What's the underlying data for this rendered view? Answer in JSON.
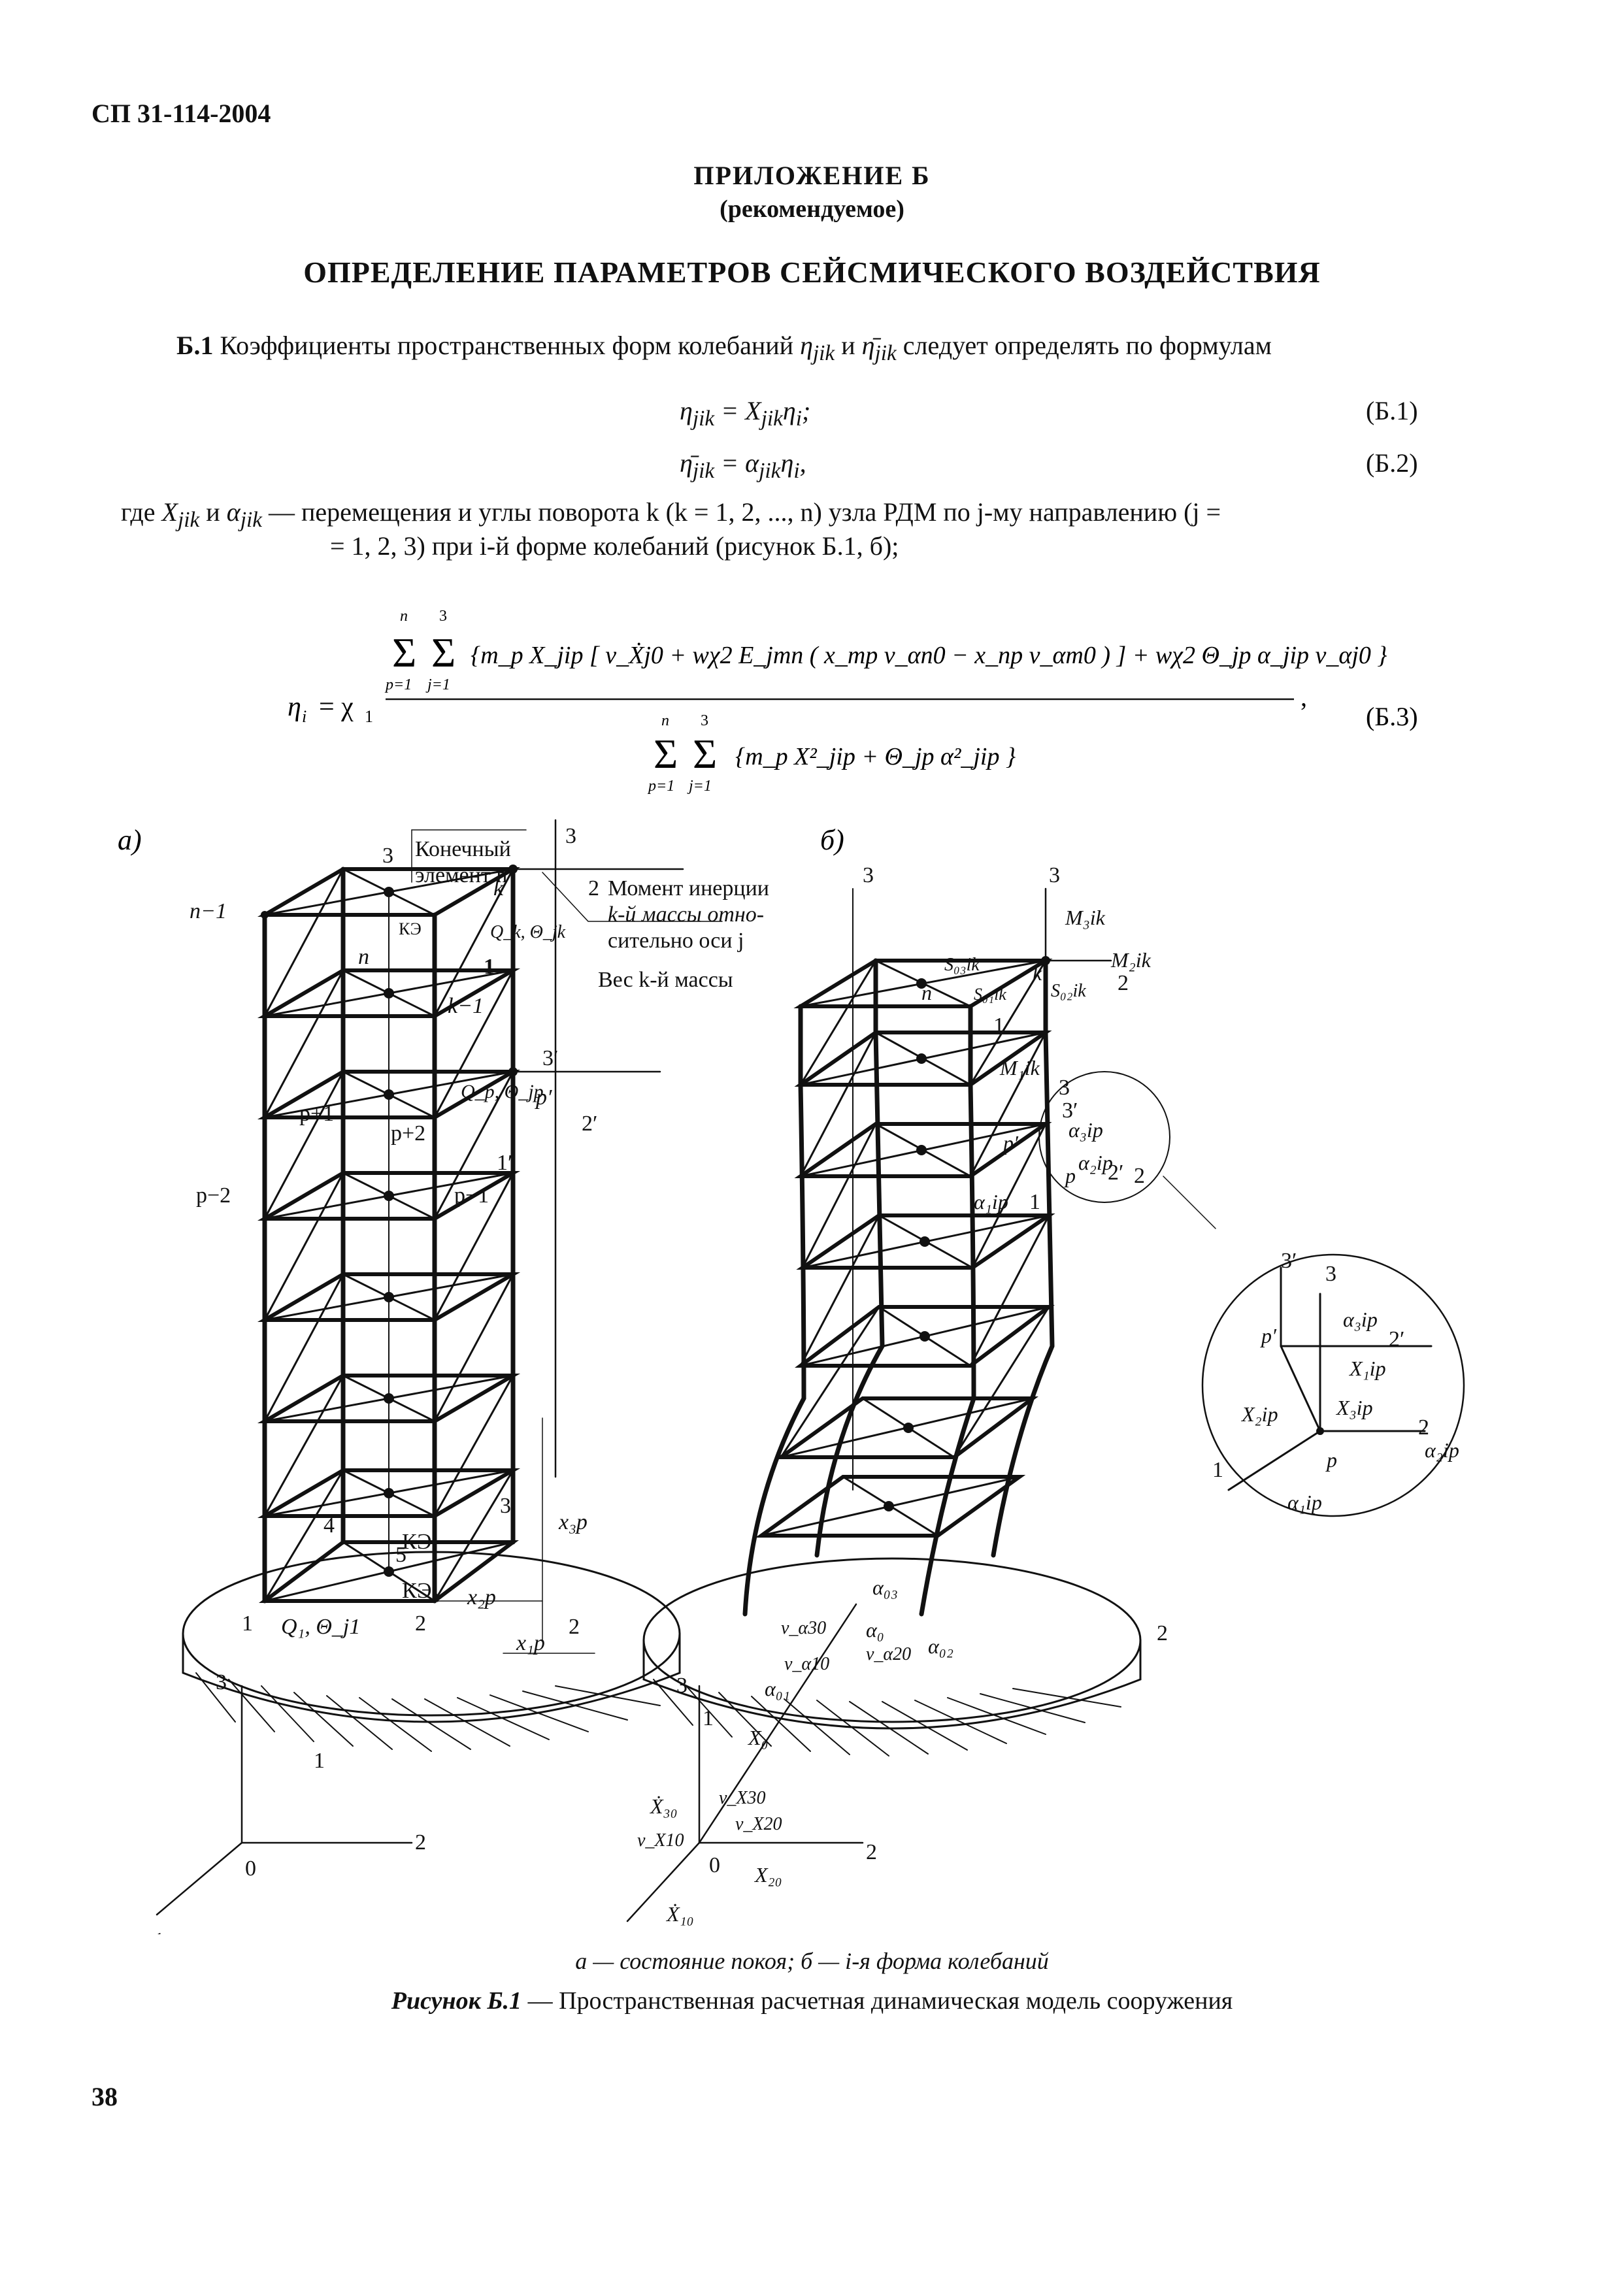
{
  "header": {
    "doc_number": "СП 31-114-2004"
  },
  "appendix": {
    "title": "ПРИЛОЖЕНИЕ Б",
    "subtitle": "(рекомендуемое)"
  },
  "section_title": "ОПРЕДЕЛЕНИЕ ПАРАМЕТРОВ СЕЙСМИЧЕСКОГО ВОЗДЕЙСТВИЯ",
  "clause": {
    "label": "Б.1",
    "text_before": "Коэффициенты пространственных форм колебаний",
    "sym1": "η",
    "sub1": "jik",
    "text_and": "и",
    "sym2": "η̄",
    "sub2": "jik",
    "text_after": "следует определять по формулам"
  },
  "equations": [
    {
      "lhs": "η",
      "lhs_sub": "jik",
      "rhs": "= X",
      "rhs_sub": "jik",
      "rhs_tail": "η",
      "rhs_tail_sub": "i",
      "end": ";",
      "number": "(Б.1)"
    },
    {
      "lhs": "η̄",
      "lhs_sub": "jik",
      "rhs": "= α",
      "rhs_sub": "jik",
      "rhs_tail": "η",
      "rhs_tail_sub": "i",
      "end": ",",
      "number": "(Б.2)"
    }
  ],
  "where": {
    "prefix": "где",
    "sym_x": "X",
    "sub_x": "jik",
    "and": "и",
    "sym_a": "α",
    "sub_a": "jik",
    "line1": "— перемещения и углы поворота k (k = 1, 2, ..., n) узла РДМ по j-му направлению (j =",
    "line2": "= 1, 2, 3) при i-й форме колебаний (рисунок Б.1, б);"
  },
  "formula_b3": {
    "lhs": "η",
    "lhs_sub": "i",
    "eq": "= χ",
    "eq_sub": "1",
    "sum_top": "n",
    "sum_bottom_p": "p=1",
    "sum_top2": "3",
    "sum_bottom_j": "j=1",
    "numerator_text": "{m_p X_jip [ v_Ẋj0 + wχ2 E_jmn ( x_mp v_αn0 − x_np v_αm0 ) ] + wχ2 Θ_jp α_jip v_αj0 }",
    "denominator_text": "{m_p X²_jip + Θ_jp α²_jip }",
    "comma": ",",
    "number": "(Б.3)"
  },
  "figure": {
    "panel_a_label": "а)",
    "panel_b_label": "б)",
    "a_labels": {
      "final_element": "Конечный",
      "final_element2": "элемент n",
      "moment1": "Момент инерции",
      "moment2": "k-й массы отно-",
      "moment3": "сительно оси j",
      "weight": "Вес k-й массы",
      "n_minus_1": "n−1",
      "n": "n",
      "k": "k",
      "k_minus_1": "k−1",
      "p_plus_1": "p+1",
      "p_plus_2": "p+2",
      "p": "p′",
      "p_minus_1": "p−1",
      "p_minus_2": "p−2",
      "axis3": "3",
      "axis2": "2",
      "axis1": "1",
      "axis0": "0",
      "axis3p": "3′",
      "axis2p": "2′",
      "axis1p": "1′",
      "ke_n": "КЭ",
      "ke_1": "КЭ₁",
      "ke_2": "КЭ₂",
      "q_k": "Q_k, Θ_jk",
      "q_p": "Q_p, Θ_jp",
      "q_1": "Q₁, Θ_j1",
      "x3p": "x₃p",
      "x2p": "x₂p",
      "x1p": "x₁p",
      "n1": "1",
      "n2": "2",
      "n3": "3",
      "n4": "4",
      "n5": "5"
    },
    "b_labels": {
      "m3ik": "M₃ik",
      "m2ik": "M₂ik",
      "m1ik": "M₁ik",
      "s03ik": "S₀₃ik",
      "s01ik": "S₀₁ik",
      "s02ik": "S₀₂ik",
      "a3ip": "α₃ip",
      "a2ip": "α₂ip",
      "a1ip": "α₁ip",
      "x1ip": "X₁ip",
      "x2ip": "X₂ip",
      "x3ip": "X₃ip",
      "a03": "α₀₃",
      "a0": "α₀",
      "a01": "α₀₁",
      "a02": "α₀₂",
      "va30": "v_α30",
      "va10": "v_α10",
      "va20": "v_α20",
      "x0": "X₀",
      "x30": "Ẋ₃₀",
      "vx30": "v_X30",
      "vx10": "v_X10",
      "vx20": "v_X20",
      "x20": "X₂₀",
      "x10": "Ẋ₁₀",
      "k": "k",
      "n": "n",
      "p": "p",
      "pp": "p′",
      "three": "3",
      "two": "2",
      "one": "1",
      "zero": "0",
      "threep": "3′",
      "twop": "2′"
    },
    "caption_legend": "а — состояние покоя; б — i-я форма колебаний",
    "caption_label": "Рисунок Б.1",
    "caption_text": " — Пространственная расчетная динамическая модель сооружения"
  },
  "footer": {
    "page_number": "38"
  },
  "colors": {
    "ink": "#111111",
    "paper": "#ffffff"
  }
}
